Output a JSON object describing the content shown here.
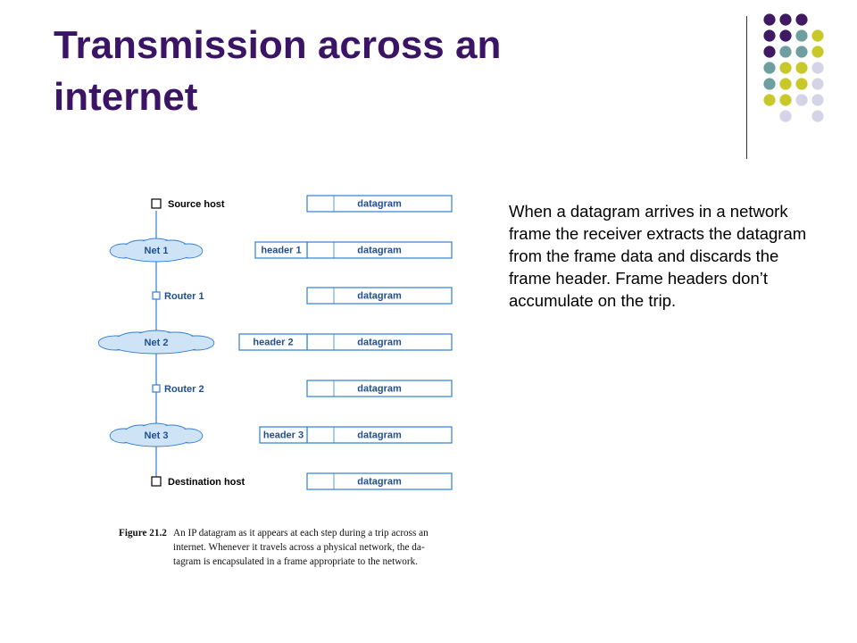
{
  "slide": {
    "title_line1": "Transmission across an",
    "title_line2": "internet",
    "description": "When a datagram arrives in a network frame the receiver extracts the datagram from the frame data and discards the frame header. Frame headers don’t accumulate on the trip."
  },
  "colors": {
    "title": "#3b1466",
    "purple": "#3f1a62",
    "teal": "#6f9ea0",
    "olive": "#c8c82a",
    "lavender": "#d4d4e6",
    "diagram_blue": "#2f7fd0",
    "cloud_fill": "#cfe3f7"
  },
  "decoration_dots": [
    [
      "purple",
      "purple",
      "purple",
      null
    ],
    [
      "purple",
      "purple",
      "teal",
      "olive"
    ],
    [
      "purple",
      "teal",
      "teal",
      "olive"
    ],
    [
      "teal",
      "olive",
      "olive",
      "lavender"
    ],
    [
      "teal",
      "olive",
      "olive",
      "lavender"
    ],
    [
      "olive",
      "olive",
      "lavender",
      "lavender"
    ],
    [
      null,
      "lavender",
      null,
      "lavender"
    ]
  ],
  "diagram": {
    "nodes": [
      {
        "label": "Source host"
      },
      {
        "label": "Net 1"
      },
      {
        "label": "Router 1"
      },
      {
        "label": "Net 2"
      },
      {
        "label": "Router 2"
      },
      {
        "label": "Net 3"
      },
      {
        "label": "Destination host"
      }
    ],
    "rows": [
      {
        "header": "",
        "datagram": "datagram"
      },
      {
        "header": "header 1",
        "datagram": "datagram"
      },
      {
        "header": "",
        "datagram": "datagram"
      },
      {
        "header": "header 2",
        "datagram": "datagram"
      },
      {
        "header": "",
        "datagram": "datagram"
      },
      {
        "header": "header 3",
        "datagram": "datagram"
      },
      {
        "header": "",
        "datagram": "datagram"
      }
    ]
  },
  "caption": {
    "figure": "Figure 21.2",
    "line1": "An IP datagram as it appears at each step during a trip across an",
    "line2": "internet.  Whenever it travels across a physical network, the da-",
    "line3": "tagram is encapsulated in a frame appropriate to the network."
  }
}
